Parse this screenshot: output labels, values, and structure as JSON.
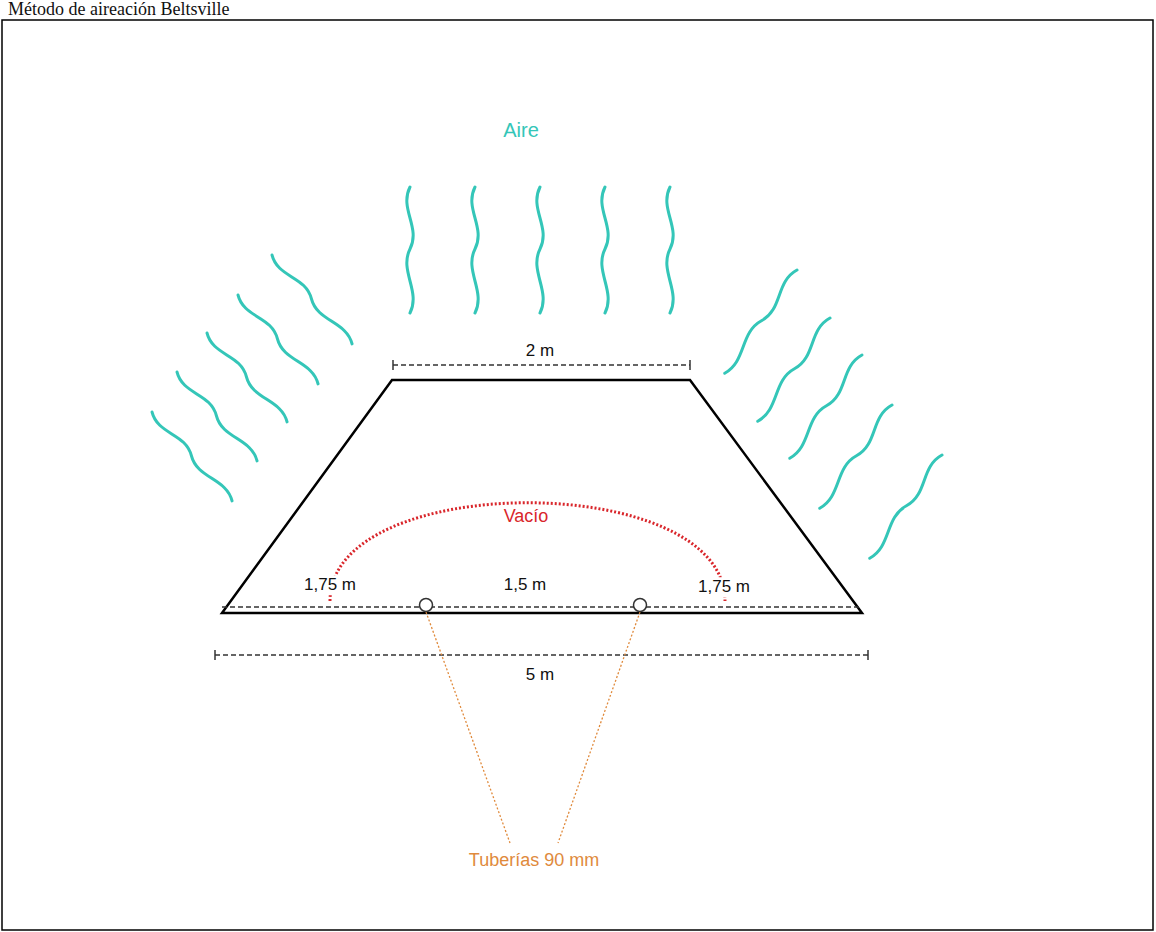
{
  "diagram": {
    "title": "Método de aireación Beltsville",
    "labels": [
      "Aire",
      "2 m",
      "Vacío",
      "1,75 m",
      "1,5 m",
      "1,75 m",
      "5 m",
      "Tuberías 90 mm"
    ]
  }
}
